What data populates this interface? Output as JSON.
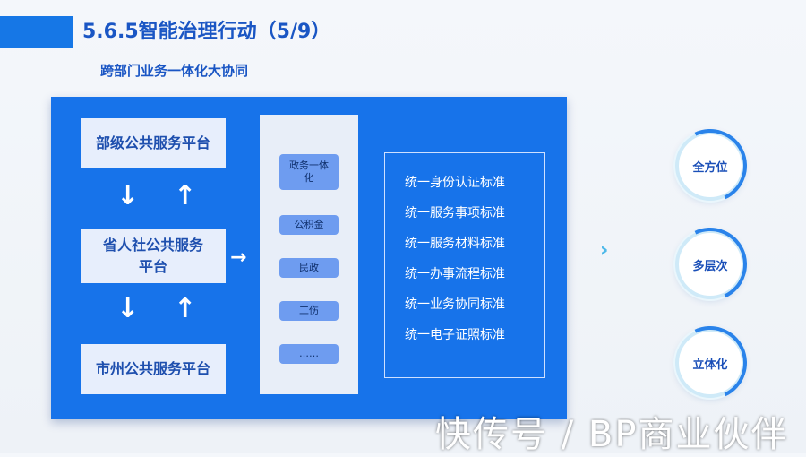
{
  "title": "5.6.5智能治理行动（5/9）",
  "subtitle": "跨部门业务一体化大协同",
  "levels": {
    "top": "部级公共服务平台",
    "middle_line1": "省人社公共服务",
    "middle_line2": "平台",
    "bottom": "市州公共服务平台"
  },
  "services": [
    {
      "line1": "政务一体",
      "line2": "化"
    },
    {
      "line1": "公积金",
      "line2": ""
    },
    {
      "line1": "民政",
      "line2": ""
    },
    {
      "line1": "工伤",
      "line2": ""
    },
    {
      "line1": "……",
      "line2": ""
    }
  ],
  "standards": [
    "统一身份认证标准",
    "统一服务事项标准",
    "统一服务材料标准",
    "统一办事流程标准",
    "统一业务协同标准",
    "统一电子证照标准"
  ],
  "circles": [
    "全方位",
    "多层次",
    "立体化"
  ],
  "watermark": "快传号 / BP商业伙伴",
  "colors": {
    "accent": "#1773ea",
    "title": "#1a56c4"
  },
  "icons": {
    "down": "arrow-down-icon",
    "up": "arrow-up-icon",
    "right": "arrow-right-icon",
    "chevrons": "chevrons-right-icon"
  }
}
